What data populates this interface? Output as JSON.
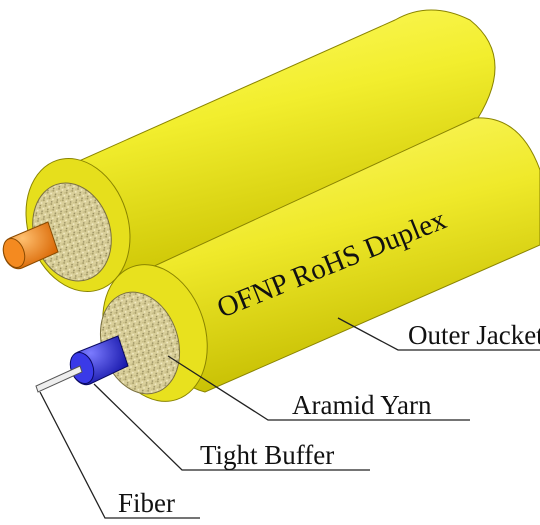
{
  "diagram": {
    "jacket_text": "OFNP RoHS Duplex",
    "labels": {
      "outer_jacket": "Outer Jacket",
      "aramid_yarn": "Aramid Yarn",
      "tight_buffer": "Tight Buffer",
      "fiber": "Fiber"
    },
    "colors": {
      "jacket": "#f2ee2e",
      "jacket_shadow": "#b8b000",
      "aramid": "#d9cf9a",
      "buffer_back": "#f07a10",
      "buffer_front": "#2b2bd8",
      "fiber": "#e8e8e8"
    }
  }
}
